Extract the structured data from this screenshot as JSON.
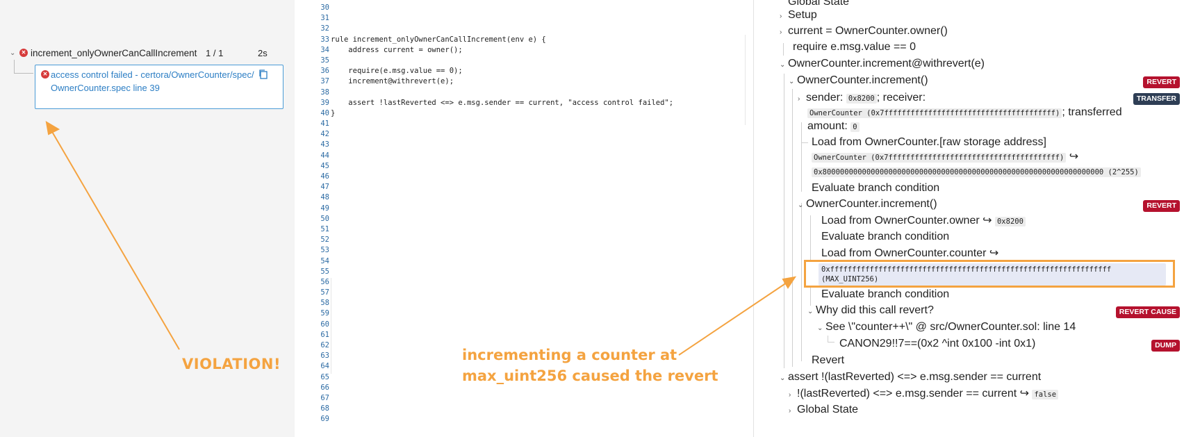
{
  "left": {
    "rule_name": "increment_onlyOwnerCanCallIncrement",
    "rule_count": "1 / 1",
    "rule_time": "2s",
    "result_message": "access control failed - certora/OwnerCounter/spec/OwnerCounter.spec line 39",
    "annotation": "VIOLATION!"
  },
  "code": {
    "line_numbers": [
      "30",
      "31",
      "32",
      "33",
      "34",
      "35",
      "36",
      "37",
      "38",
      "39",
      "40",
      "41",
      "42",
      "43",
      "44",
      "45",
      "46",
      "47",
      "48",
      "49",
      "50",
      "51",
      "52",
      "53",
      "54",
      "55",
      "56",
      "57",
      "58",
      "59",
      "60",
      "61",
      "62",
      "63",
      "64",
      "65",
      "66",
      "67",
      "68",
      "69"
    ],
    "rule_header": "rule increment_onlyOwnerCanCallIncrement(env e) {",
    "line_address": "address current = owner();",
    "line_require": "require(e.msg.value == 0);",
    "line_increment": "increment@withrevert(e);",
    "line_assert": "assert !lastReverted <=> e.msg.sender == current, \"access control failed\";",
    "line_close": "}",
    "annotation_line1": "incrementing a counter at",
    "annotation_line2": "max_uint256 caused the revert"
  },
  "trace": {
    "global_state_top": "Global State",
    "setup": "Setup",
    "current_owner": "current = OwnerCounter.owner()",
    "require_value": "require e.msg.value == 0",
    "increment_withrevert": "OwnerCounter.increment@withrevert(e)",
    "increment_call_1": "OwnerCounter.increment()",
    "sender_label": "sender:",
    "sender_value": "0x8200",
    "receiver_label": "; receiver:",
    "receiver_value": "OwnerCounter (0x7fffffffffffffffffffffffffffffffffffffff)",
    "transferred_label": "; transferred",
    "amount_label": "amount:",
    "amount_value": "0",
    "load_raw": "Load from OwnerCounter.[raw storage address]",
    "raw_addr": "OwnerCounter (0x7fffffffffffffffffffffffffffffffffffffff)",
    "raw_value": "0x8000000000000000000000000000000000000000000000000000000000000000 (2^255)",
    "eval_branch_1": "Evaluate branch condition",
    "increment_call_2": "OwnerCounter.increment()",
    "load_owner": "Load from OwnerCounter.owner",
    "owner_value": "0x8200",
    "eval_branch_2": "Evaluate branch condition",
    "load_counter": "Load from OwnerCounter.counter",
    "counter_value": "0xffffffffffffffffffffffffffffffffffffffffffffffffffffffffffffffff",
    "counter_value_name": "(MAX_UINT256)",
    "eval_branch_3": "Evaluate branch condition",
    "why_revert": "Why did this call revert?",
    "see_source": "See \\\"counter++\\\" @ src/OwnerCounter.sol: line 14",
    "canon": "CANON29!!7==(0x2 ^int 0x100 -int 0x1)",
    "revert": "Revert",
    "assert_expr": "assert !(lastReverted) <=> e.msg.sender == current",
    "assert_sub": "!(lastReverted) <=> e.msg.sender == current",
    "assert_value": "false",
    "global_state_bottom": "Global State",
    "badges": {
      "revert": "REVERT",
      "transfer": "TRANSFER",
      "revert_cause": "REVERT CAUSE",
      "dump": "DUMP"
    },
    "arrow_glyph": "↪"
  },
  "colors": {
    "annotation": "#f4a340",
    "error": "#d63b3b",
    "link_blue": "#2c7ec4",
    "badge_red": "#b5122e",
    "badge_dark": "#2e3e55"
  }
}
